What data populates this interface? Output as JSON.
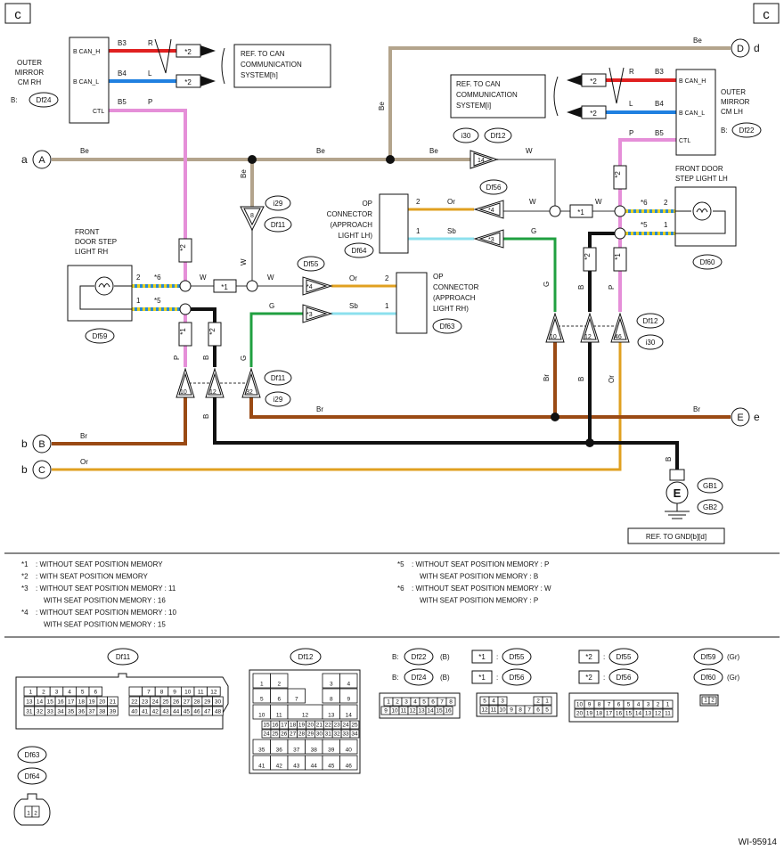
{
  "page_id": "WI-95914",
  "corners": {
    "left": "c",
    "right": "c"
  },
  "terminals": {
    "a": {
      "side": "a",
      "letter": "A"
    },
    "b1": {
      "side": "b",
      "letter": "B"
    },
    "b2": {
      "side": "b",
      "letter": "C"
    },
    "d": {
      "side": "d",
      "letter": "D"
    },
    "e": {
      "side": "e",
      "letter": "E"
    }
  },
  "components": {
    "mirror_rh": {
      "name": [
        "OUTER",
        "MIRROR",
        "CM RH"
      ],
      "conn_prefix": "B:",
      "conn": "Df24",
      "pins": [
        "B CAN_H",
        "B CAN_L",
        "CTL"
      ]
    },
    "mirror_lh": {
      "name": [
        "OUTER",
        "MIRROR",
        "CM LH"
      ],
      "conn_prefix": "B:",
      "conn": "Df22",
      "pins": [
        "B CAN_H",
        "B CAN_L",
        "CTL"
      ]
    },
    "can_ref_h": [
      "REF. TO CAN",
      "COMMUNICATION",
      "SYSTEM[h]"
    ],
    "can_ref_i": [
      "REF. TO CAN",
      "COMMUNICATION",
      "SYSTEM[i]"
    ],
    "step_rh": {
      "name": [
        "FRONT",
        "DOOR STEP",
        "LIGHT RH"
      ],
      "conn": "Df59"
    },
    "step_lh": {
      "name": [
        "FRONT DOOR",
        "STEP LIGHT LH"
      ],
      "conn": "Df60"
    },
    "op_lh": {
      "name": [
        "OP",
        "CONNECTOR",
        "(APPROACH",
        "LIGHT LH)"
      ],
      "conn": "Df64"
    },
    "op_rh": {
      "name": [
        "OP",
        "CONNECTOR",
        "(APPROACH",
        "LIGHT RH)"
      ],
      "conn": "Df63"
    },
    "ground": {
      "letter": "E",
      "conns": [
        "GB1",
        "GB2"
      ],
      "ref": "REF. TO GND[b][d]"
    }
  },
  "wire_labels": {
    "be": "Be",
    "w": "W",
    "or": "Or",
    "sb": "Sb",
    "g": "G",
    "p": "P",
    "b": "B",
    "br": "Br",
    "r": "R",
    "l": "L",
    "b3": "B3",
    "b4": "B4",
    "b5": "B5",
    "s1": "*1",
    "s2": "*2",
    "s3": "*3",
    "s4": "*4",
    "s5": "*5",
    "s6": "*6",
    "n1": "1",
    "n2": "2",
    "n8": "8",
    "n10": "10",
    "n12": "12",
    "n14": "14",
    "n32": "32",
    "n46": "46"
  },
  "connector_tags": {
    "i29": "i29",
    "i30": "i30",
    "df11": "Df11",
    "df12": "Df12",
    "df55": "Df55",
    "df56": "Df56"
  },
  "notes_left": [
    {
      "mark": "*1",
      "text": ": WITHOUT SEAT POSITION MEMORY"
    },
    {
      "mark": "*2",
      "text": ": WITH SEAT POSITION MEMORY"
    },
    {
      "mark": "*3",
      "text": ": WITHOUT SEAT POSITION MEMORY  : 11"
    },
    {
      "mark": "",
      "text": "WITH SEAT POSITION MEMORY  : 16"
    },
    {
      "mark": "*4",
      "text": ": WITHOUT SEAT POSITION MEMORY  : 10"
    },
    {
      "mark": "",
      "text": "WITH SEAT POSITION MEMORY  : 15"
    }
  ],
  "notes_right": [
    {
      "mark": "*5",
      "text": ": WITHOUT SEAT POSITION MEMORY  : P"
    },
    {
      "mark": "",
      "text": "WITH SEAT POSITION MEMORY  : B"
    },
    {
      "mark": "*6",
      "text": ": WITHOUT SEAT POSITION MEMORY  : W"
    },
    {
      "mark": "",
      "text": "WITH SEAT POSITION MEMORY  : P"
    }
  ],
  "legend": {
    "df11": "Df11",
    "df12": "Df12",
    "df22": "Df22",
    "df24": "Df24",
    "b_prefix": "B:",
    "b_suffix": "(B)",
    "s1": "*1",
    "s2": "*2",
    "colon": ":",
    "df55": "Df55",
    "df56": "Df56",
    "df59": "Df59",
    "df60": "Df60",
    "gr": "(Gr)",
    "df63": "Df63",
    "df64": "Df64"
  }
}
